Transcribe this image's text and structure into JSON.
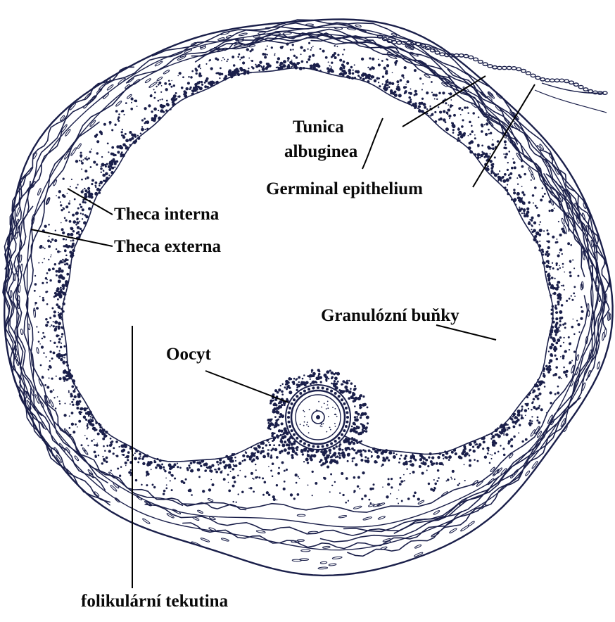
{
  "labels": {
    "tunica_albuginea_line1": "Tunica",
    "tunica_albuginea_line2": "albuginea",
    "germinal_epithelium": "Germinal epithelium",
    "theca_interna": "Theca interna",
    "theca_externa": "Theca externa",
    "granulosa_cells": "Granulózní buňky",
    "oocyte": "Oocyt",
    "follicular_fluid": "folikulární tekutina"
  },
  "colors": {
    "ink": "#1a1f4a",
    "text": "#0a0a0a",
    "background": "#ffffff"
  }
}
